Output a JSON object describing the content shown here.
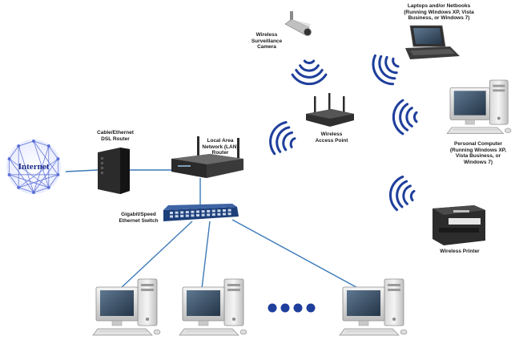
{
  "colors": {
    "wave": "#1f3f9c",
    "cable": "#3c7ab8",
    "internet_mesh": "#5b6fd6",
    "device_dark": "#2b2b2b",
    "switch_blue": "#1d3f7a",
    "monitor_screen": "#3f5870"
  },
  "icons": {
    "internet": "internet-cloud-icon",
    "modem": "modem-icon",
    "router": "router-icon",
    "switch": "switch-icon",
    "access_point": "access-point-icon",
    "camera": "camera-icon",
    "laptop": "laptop-icon",
    "desktop": "desktop-pc-icon",
    "printer": "printer-icon"
  },
  "nodes": {
    "internet": {
      "label": "Internet"
    },
    "modem": {
      "label_lines": [
        "Cable/Ethernet",
        "DSL Router"
      ]
    },
    "router": {
      "label_lines": [
        "Local Area",
        "Network (LAN)",
        "Router"
      ]
    },
    "switch": {
      "label_lines": [
        "Gigabit/Speed",
        "Ethernet Switch"
      ]
    },
    "access_point": {
      "label_lines": [
        "Wireless",
        "Access Point"
      ]
    },
    "camera": {
      "label_lines": [
        "Wireless",
        "Surveillance",
        "Camera"
      ]
    },
    "laptop": {
      "label_lines": [
        "Laptops and/or Netbooks",
        "(Running Windows XP, Vista",
        "Business, or Windows 7)"
      ]
    },
    "desktop_wireless": {
      "label_lines": [
        "Personal Computer",
        "(Running Windows XP,",
        "Vista Business, or",
        "Windows 7)"
      ]
    },
    "printer": {
      "label_lines": [
        "Wireless Printer"
      ]
    }
  }
}
